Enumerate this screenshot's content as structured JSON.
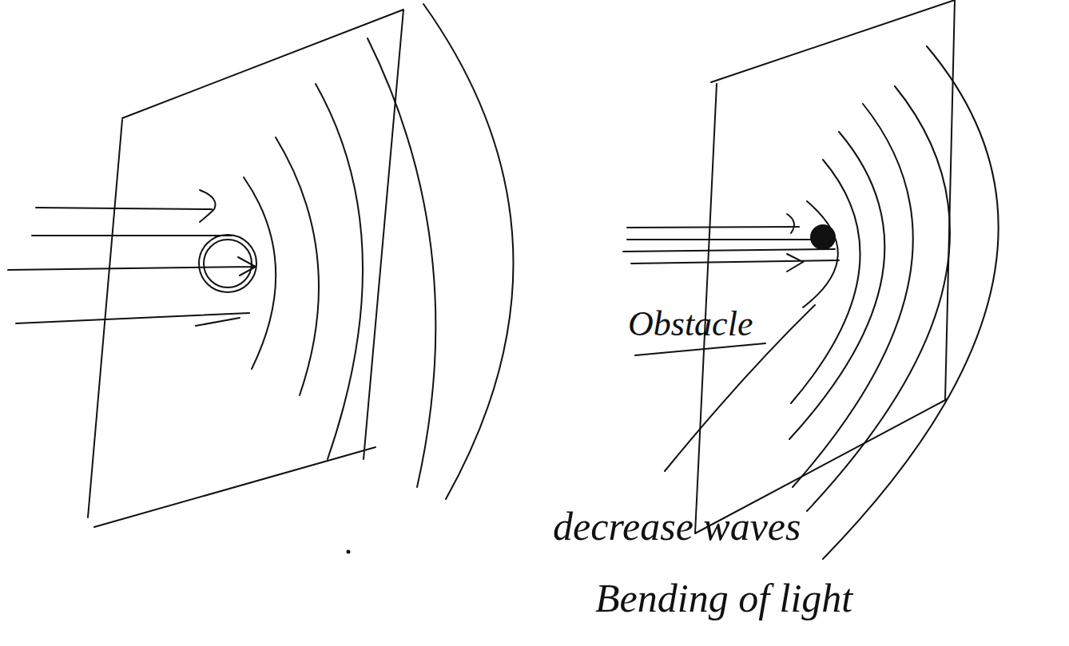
{
  "diagram": {
    "labels": [
      "Obstacle",
      "decrease waves",
      "Bending of light"
    ]
  }
}
